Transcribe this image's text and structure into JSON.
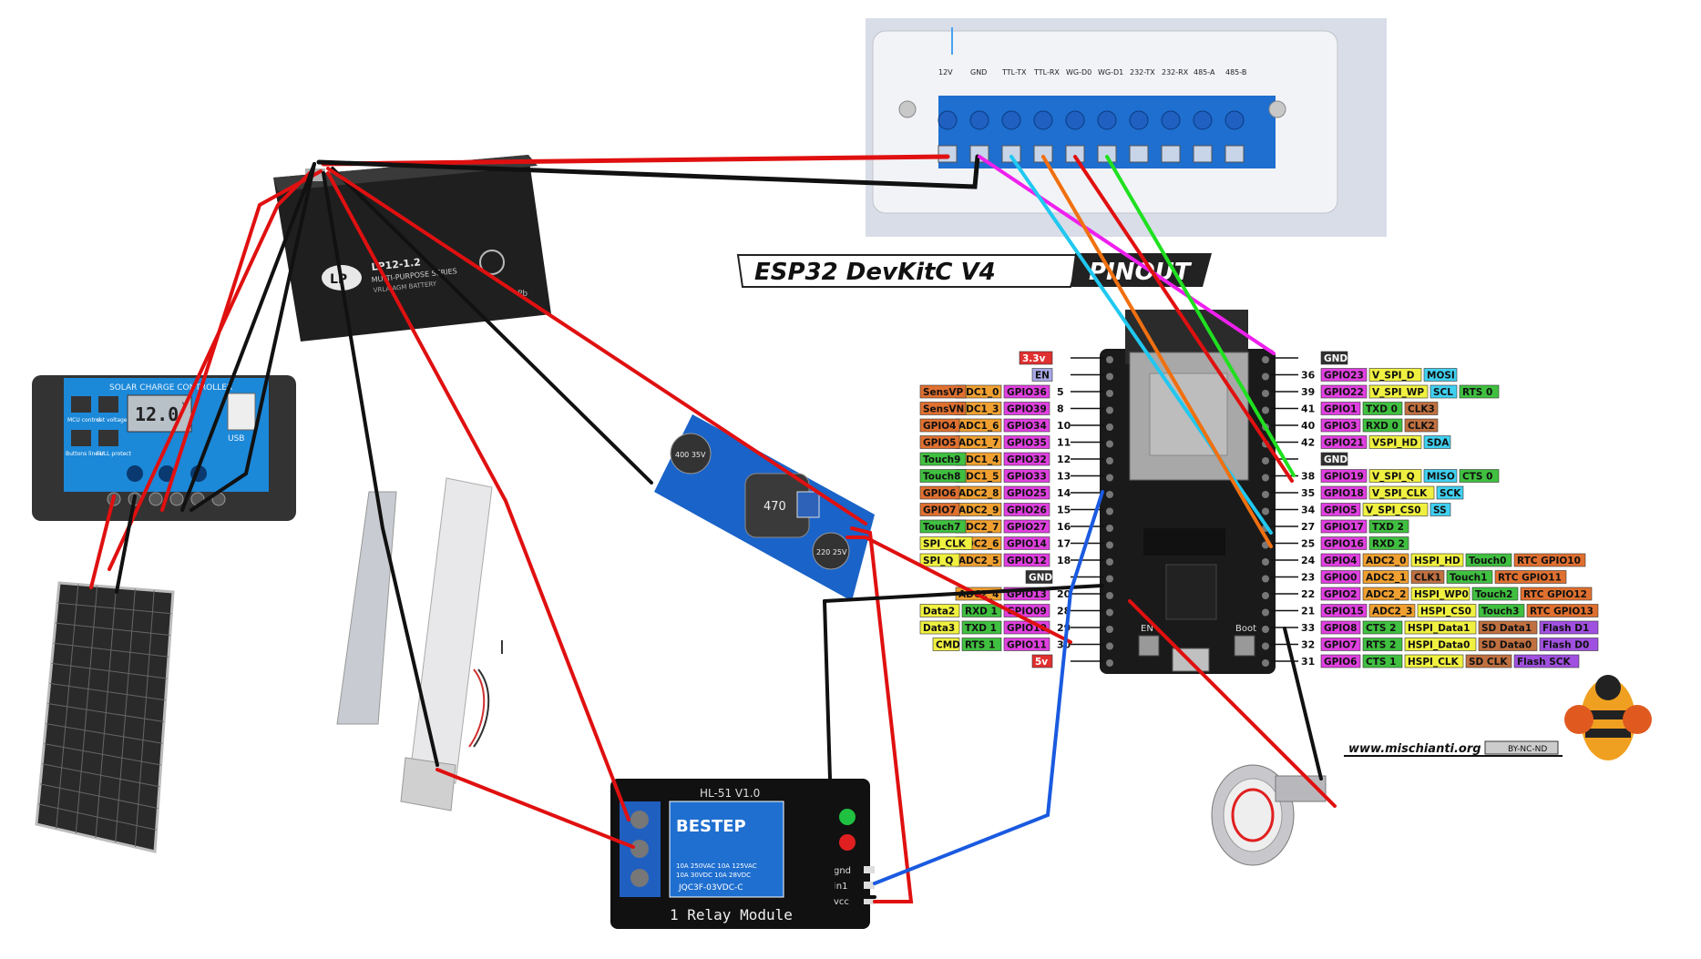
{
  "title": {
    "left": "ESP32 DevKitC V4",
    "right": "PINOUT"
  },
  "reader_terminals": [
    "12V",
    "GND",
    "TTL-TX",
    "TTL-RX",
    "WG-D0",
    "WG-D1",
    "232-TX",
    "232-RX",
    "485-A",
    "485-B"
  ],
  "battery": {
    "brand": "LP",
    "model": "LP12-1.2",
    "series": "MULTI-PURPOSE SERIES",
    "type": "VRLA AGM BATTERY",
    "chem": "Pb"
  },
  "solar_controller": {
    "title": "SOLAR CHARGE CONTROLLER",
    "display": "12.0",
    "unit": "V",
    "usb": "USB",
    "btn1": "MCU control",
    "btn2": "set voltage",
    "btn3": "Buttons linear",
    "btn4": "FULL protect"
  },
  "buck": {
    "cap1": "400 35V",
    "inductor": "470",
    "cap2": "220 25V"
  },
  "relay": {
    "model": "HL-51 V1.0",
    "brand": "BESTEP",
    "rating1": "10A 250VAC 10A 125VAC",
    "rating2": "10A 30VDC 10A 28VDC",
    "part": "JQC3F-03VDC-C",
    "label": "1 Relay Module",
    "pins": [
      "gnd",
      "in1",
      "vcc"
    ]
  },
  "left_pins": [
    {
      "tags": [
        {
          "t": "3.3v",
          "c": "#e03030"
        }
      ],
      "num": ""
    },
    {
      "tags": [
        {
          "t": "EN",
          "c": "#a8a8e8"
        }
      ],
      "num": ""
    },
    {
      "tags": [
        {
          "t": "SensVP",
          "c": "#e07030"
        },
        {
          "t": "ADC1_0",
          "c": "#f0a030"
        },
        {
          "t": "GPIO36",
          "c": "#e040e0"
        }
      ],
      "num": "5"
    },
    {
      "tags": [
        {
          "t": "SensVN",
          "c": "#e07030"
        },
        {
          "t": "ADC1_3",
          "c": "#f0a030"
        },
        {
          "t": "GPIO39",
          "c": "#e040e0"
        }
      ],
      "num": "8"
    },
    {
      "tags": [
        {
          "t": "GPIO4",
          "c": "#e07030"
        },
        {
          "t": "ADC1_6",
          "c": "#f0a030"
        },
        {
          "t": "GPIO34",
          "c": "#e040e0"
        }
      ],
      "num": "10"
    },
    {
      "tags": [
        {
          "t": "GPIO5",
          "c": "#e07030"
        },
        {
          "t": "ADC1_7",
          "c": "#f0a030"
        },
        {
          "t": "GPIO35",
          "c": "#e040e0"
        }
      ],
      "num": "11"
    },
    {
      "tags": [
        {
          "t": "Touch9",
          "c": "#40c040"
        },
        {
          "t": "ADC1_4",
          "c": "#f0a030"
        },
        {
          "t": "GPIO32",
          "c": "#e040e0"
        }
      ],
      "num": "12"
    },
    {
      "tags": [
        {
          "t": "Touch8",
          "c": "#40c040"
        },
        {
          "t": "ADC1_5",
          "c": "#f0a030"
        },
        {
          "t": "GPIO33",
          "c": "#e040e0"
        }
      ],
      "num": "13"
    },
    {
      "tags": [
        {
          "t": "GPIO6",
          "c": "#e07030"
        },
        {
          "t": "ADC2_8",
          "c": "#f0a030"
        },
        {
          "t": "GPIO25",
          "c": "#e040e0"
        }
      ],
      "num": "14"
    },
    {
      "tags": [
        {
          "t": "GPIO7",
          "c": "#e07030"
        },
        {
          "t": "ADC2_9",
          "c": "#f0a030"
        },
        {
          "t": "GPIO26",
          "c": "#e040e0"
        }
      ],
      "num": "15"
    },
    {
      "tags": [
        {
          "t": "Touch7",
          "c": "#40c040"
        },
        {
          "t": "ADC2_7",
          "c": "#f0a030"
        },
        {
          "t": "GPIO27",
          "c": "#e040e0"
        }
      ],
      "num": "16"
    },
    {
      "tags": [
        {
          "t": "SPI_CLK",
          "c": "#f0f040"
        },
        {
          "t": "ADC2_6",
          "c": "#f0a030"
        },
        {
          "t": "GPIO14",
          "c": "#e040e0"
        }
      ],
      "num": "17"
    },
    {
      "tags": [
        {
          "t": "SPI_Q",
          "c": "#f0f040"
        },
        {
          "t": "ADC2_5",
          "c": "#f0a030"
        },
        {
          "t": "GPIO12",
          "c": "#e040e0"
        }
      ],
      "num": "18"
    },
    {
      "tags": [
        {
          "t": "GND",
          "c": "#303030"
        }
      ],
      "num": ""
    },
    {
      "tags": [
        {
          "t": "ADC2_4",
          "c": "#f0a030"
        },
        {
          "t": "GPIO13",
          "c": "#e040e0"
        }
      ],
      "num": "20"
    },
    {
      "tags": [
        {
          "t": "Data2",
          "c": "#f0f040"
        },
        {
          "t": "RXD 1",
          "c": "#40c040"
        },
        {
          "t": "GPIO09",
          "c": "#e040e0"
        }
      ],
      "num": "28"
    },
    {
      "tags": [
        {
          "t": "Data3",
          "c": "#f0f040"
        },
        {
          "t": "TXD 1",
          "c": "#40c040"
        },
        {
          "t": "GPIO10",
          "c": "#e040e0"
        }
      ],
      "num": "29"
    },
    {
      "tags": [
        {
          "t": "CMD",
          "c": "#f0f040"
        },
        {
          "t": "RTS 1",
          "c": "#40c040"
        },
        {
          "t": "GPIO11",
          "c": "#e040e0"
        }
      ],
      "num": "30"
    },
    {
      "tags": [
        {
          "t": "5v",
          "c": "#e03030"
        }
      ],
      "num": ""
    }
  ],
  "right_pins": [
    {
      "num": "",
      "tags": [
        {
          "t": "GND",
          "c": "#303030"
        }
      ]
    },
    {
      "num": "36",
      "tags": [
        {
          "t": "GPIO23",
          "c": "#e040e0"
        },
        {
          "t": "V_SPI_D",
          "c": "#f0f040"
        },
        {
          "t": "MOSI",
          "c": "#40d0f0"
        }
      ]
    },
    {
      "num": "39",
      "tags": [
        {
          "t": "GPIO22",
          "c": "#e040e0"
        },
        {
          "t": "V_SPI_WP",
          "c": "#f0f040"
        },
        {
          "t": "SCL",
          "c": "#40d0f0"
        },
        {
          "t": "RTS 0",
          "c": "#40c040"
        }
      ]
    },
    {
      "num": "41",
      "tags": [
        {
          "t": "GPIO1",
          "c": "#e040e0"
        },
        {
          "t": "TXD 0",
          "c": "#40c040"
        },
        {
          "t": "CLK3",
          "c": "#c07040"
        }
      ]
    },
    {
      "num": "40",
      "tags": [
        {
          "t": "GPIO3",
          "c": "#e040e0"
        },
        {
          "t": "RXD 0",
          "c": "#40c040"
        },
        {
          "t": "CLK2",
          "c": "#c07040"
        }
      ]
    },
    {
      "num": "42",
      "tags": [
        {
          "t": "GPIO21",
          "c": "#e040e0"
        },
        {
          "t": "VSPI_HD",
          "c": "#f0f040"
        },
        {
          "t": "SDA",
          "c": "#40d0f0"
        }
      ]
    },
    {
      "num": "",
      "tags": [
        {
          "t": "GND",
          "c": "#303030"
        }
      ]
    },
    {
      "num": "38",
      "tags": [
        {
          "t": "GPIO19",
          "c": "#e040e0"
        },
        {
          "t": "V_SPI_Q",
          "c": "#f0f040"
        },
        {
          "t": "MISO",
          "c": "#40d0f0"
        },
        {
          "t": "CTS 0",
          "c": "#40c040"
        }
      ]
    },
    {
      "num": "35",
      "tags": [
        {
          "t": "GPIO18",
          "c": "#e040e0"
        },
        {
          "t": "V_SPI_CLK",
          "c": "#f0f040"
        },
        {
          "t": "SCK",
          "c": "#40d0f0"
        }
      ]
    },
    {
      "num": "34",
      "tags": [
        {
          "t": "GPIO5",
          "c": "#e040e0"
        },
        {
          "t": "V_SPI_CS0",
          "c": "#f0f040"
        },
        {
          "t": "SS",
          "c": "#40d0f0"
        }
      ]
    },
    {
      "num": "27",
      "tags": [
        {
          "t": "GPIO17",
          "c": "#e040e0"
        },
        {
          "t": "TXD 2",
          "c": "#40c040"
        }
      ]
    },
    {
      "num": "25",
      "tags": [
        {
          "t": "GPIO16",
          "c": "#e040e0"
        },
        {
          "t": "RXD 2",
          "c": "#40c040"
        }
      ]
    },
    {
      "num": "24",
      "tags": [
        {
          "t": "GPIO4",
          "c": "#e040e0"
        },
        {
          "t": "ADC2_0",
          "c": "#f0a030"
        },
        {
          "t": "HSPI_HD",
          "c": "#f0f040"
        },
        {
          "t": "Touch0",
          "c": "#40c040"
        },
        {
          "t": "RTC GPIO10",
          "c": "#e07030"
        }
      ]
    },
    {
      "num": "23",
      "tags": [
        {
          "t": "GPIO0",
          "c": "#e040e0"
        },
        {
          "t": "ADC2_1",
          "c": "#f0a030"
        },
        {
          "t": "CLK1",
          "c": "#c07040"
        },
        {
          "t": "Touch1",
          "c": "#40c040"
        },
        {
          "t": "RTC GPIO11",
          "c": "#e07030"
        }
      ]
    },
    {
      "num": "22",
      "tags": [
        {
          "t": "GPIO2",
          "c": "#e040e0"
        },
        {
          "t": "ADC2_2",
          "c": "#f0a030"
        },
        {
          "t": "HSPI_WP0",
          "c": "#f0f040"
        },
        {
          "t": "Touch2",
          "c": "#40c040"
        },
        {
          "t": "RTC GPIO12",
          "c": "#e07030"
        }
      ]
    },
    {
      "num": "21",
      "tags": [
        {
          "t": "GPIO15",
          "c": "#e040e0"
        },
        {
          "t": "ADC2_3",
          "c": "#f0a030"
        },
        {
          "t": "HSPI_CS0",
          "c": "#f0f040"
        },
        {
          "t": "Touch3",
          "c": "#40c040"
        },
        {
          "t": "RTC GPIO13",
          "c": "#e07030"
        }
      ]
    },
    {
      "num": "33",
      "tags": [
        {
          "t": "GPIO8",
          "c": "#e040e0"
        },
        {
          "t": "CTS 2",
          "c": "#40c040"
        },
        {
          "t": "HSPI_Data1",
          "c": "#f0f040"
        },
        {
          "t": "SD Data1",
          "c": "#c07040"
        },
        {
          "t": "Flash D1",
          "c": "#a050e0"
        }
      ]
    },
    {
      "num": "32",
      "tags": [
        {
          "t": "GPIO7",
          "c": "#e040e0"
        },
        {
          "t": "RTS 2",
          "c": "#40c040"
        },
        {
          "t": "HSPI_Data0",
          "c": "#f0f040"
        },
        {
          "t": "SD Data0",
          "c": "#c07040"
        },
        {
          "t": "Flash D0",
          "c": "#a050e0"
        }
      ]
    },
    {
      "num": "31",
      "tags": [
        {
          "t": "GPIO6",
          "c": "#e040e0"
        },
        {
          "t": "CTS 1",
          "c": "#40c040"
        },
        {
          "t": "HSPI_CLK",
          "c": "#f0f040"
        },
        {
          "t": "SD CLK",
          "c": "#c07040"
        },
        {
          "t": "Flash SCK",
          "c": "#a050e0"
        }
      ]
    }
  ],
  "footer": {
    "site": "www.mischianti.org",
    "license": "BY-NC-ND"
  },
  "stray_mark": "I",
  "board_marks": {
    "en": "EN",
    "boot": "Boot"
  }
}
